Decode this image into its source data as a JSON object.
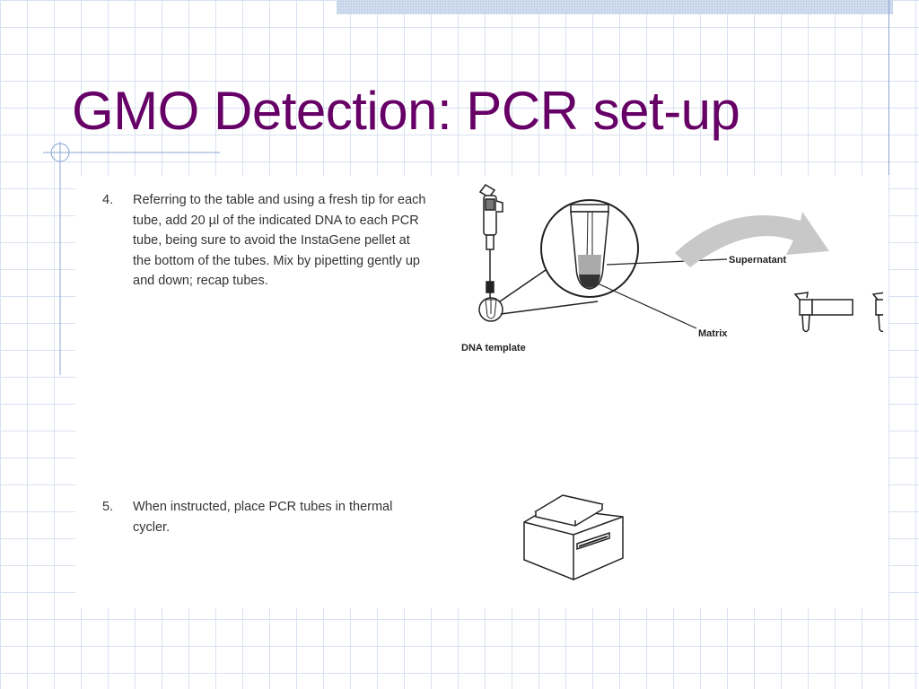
{
  "slide": {
    "title": "GMO Detection:  PCR set-up",
    "steps": [
      {
        "number": "4.",
        "text": "Referring to the table and using a fresh tip for each tube, add 20 µl of the indicated DNA to each PCR tube, being sure to avoid the InstaGene pellet at the bottom of the tubes. Mix by pipetting gently up and down; recap tubes."
      },
      {
        "number": "5.",
        "text": "When instructed, place PCR tubes in thermal cycler."
      }
    ],
    "figure_labels": {
      "dna_template": "DNA template",
      "supernatant": "Supernatant",
      "matrix": "Matrix"
    }
  },
  "theme": {
    "title_color": "#660066",
    "grid_color": "#d8e2f0",
    "accent_rule": "#8aa4d6"
  }
}
